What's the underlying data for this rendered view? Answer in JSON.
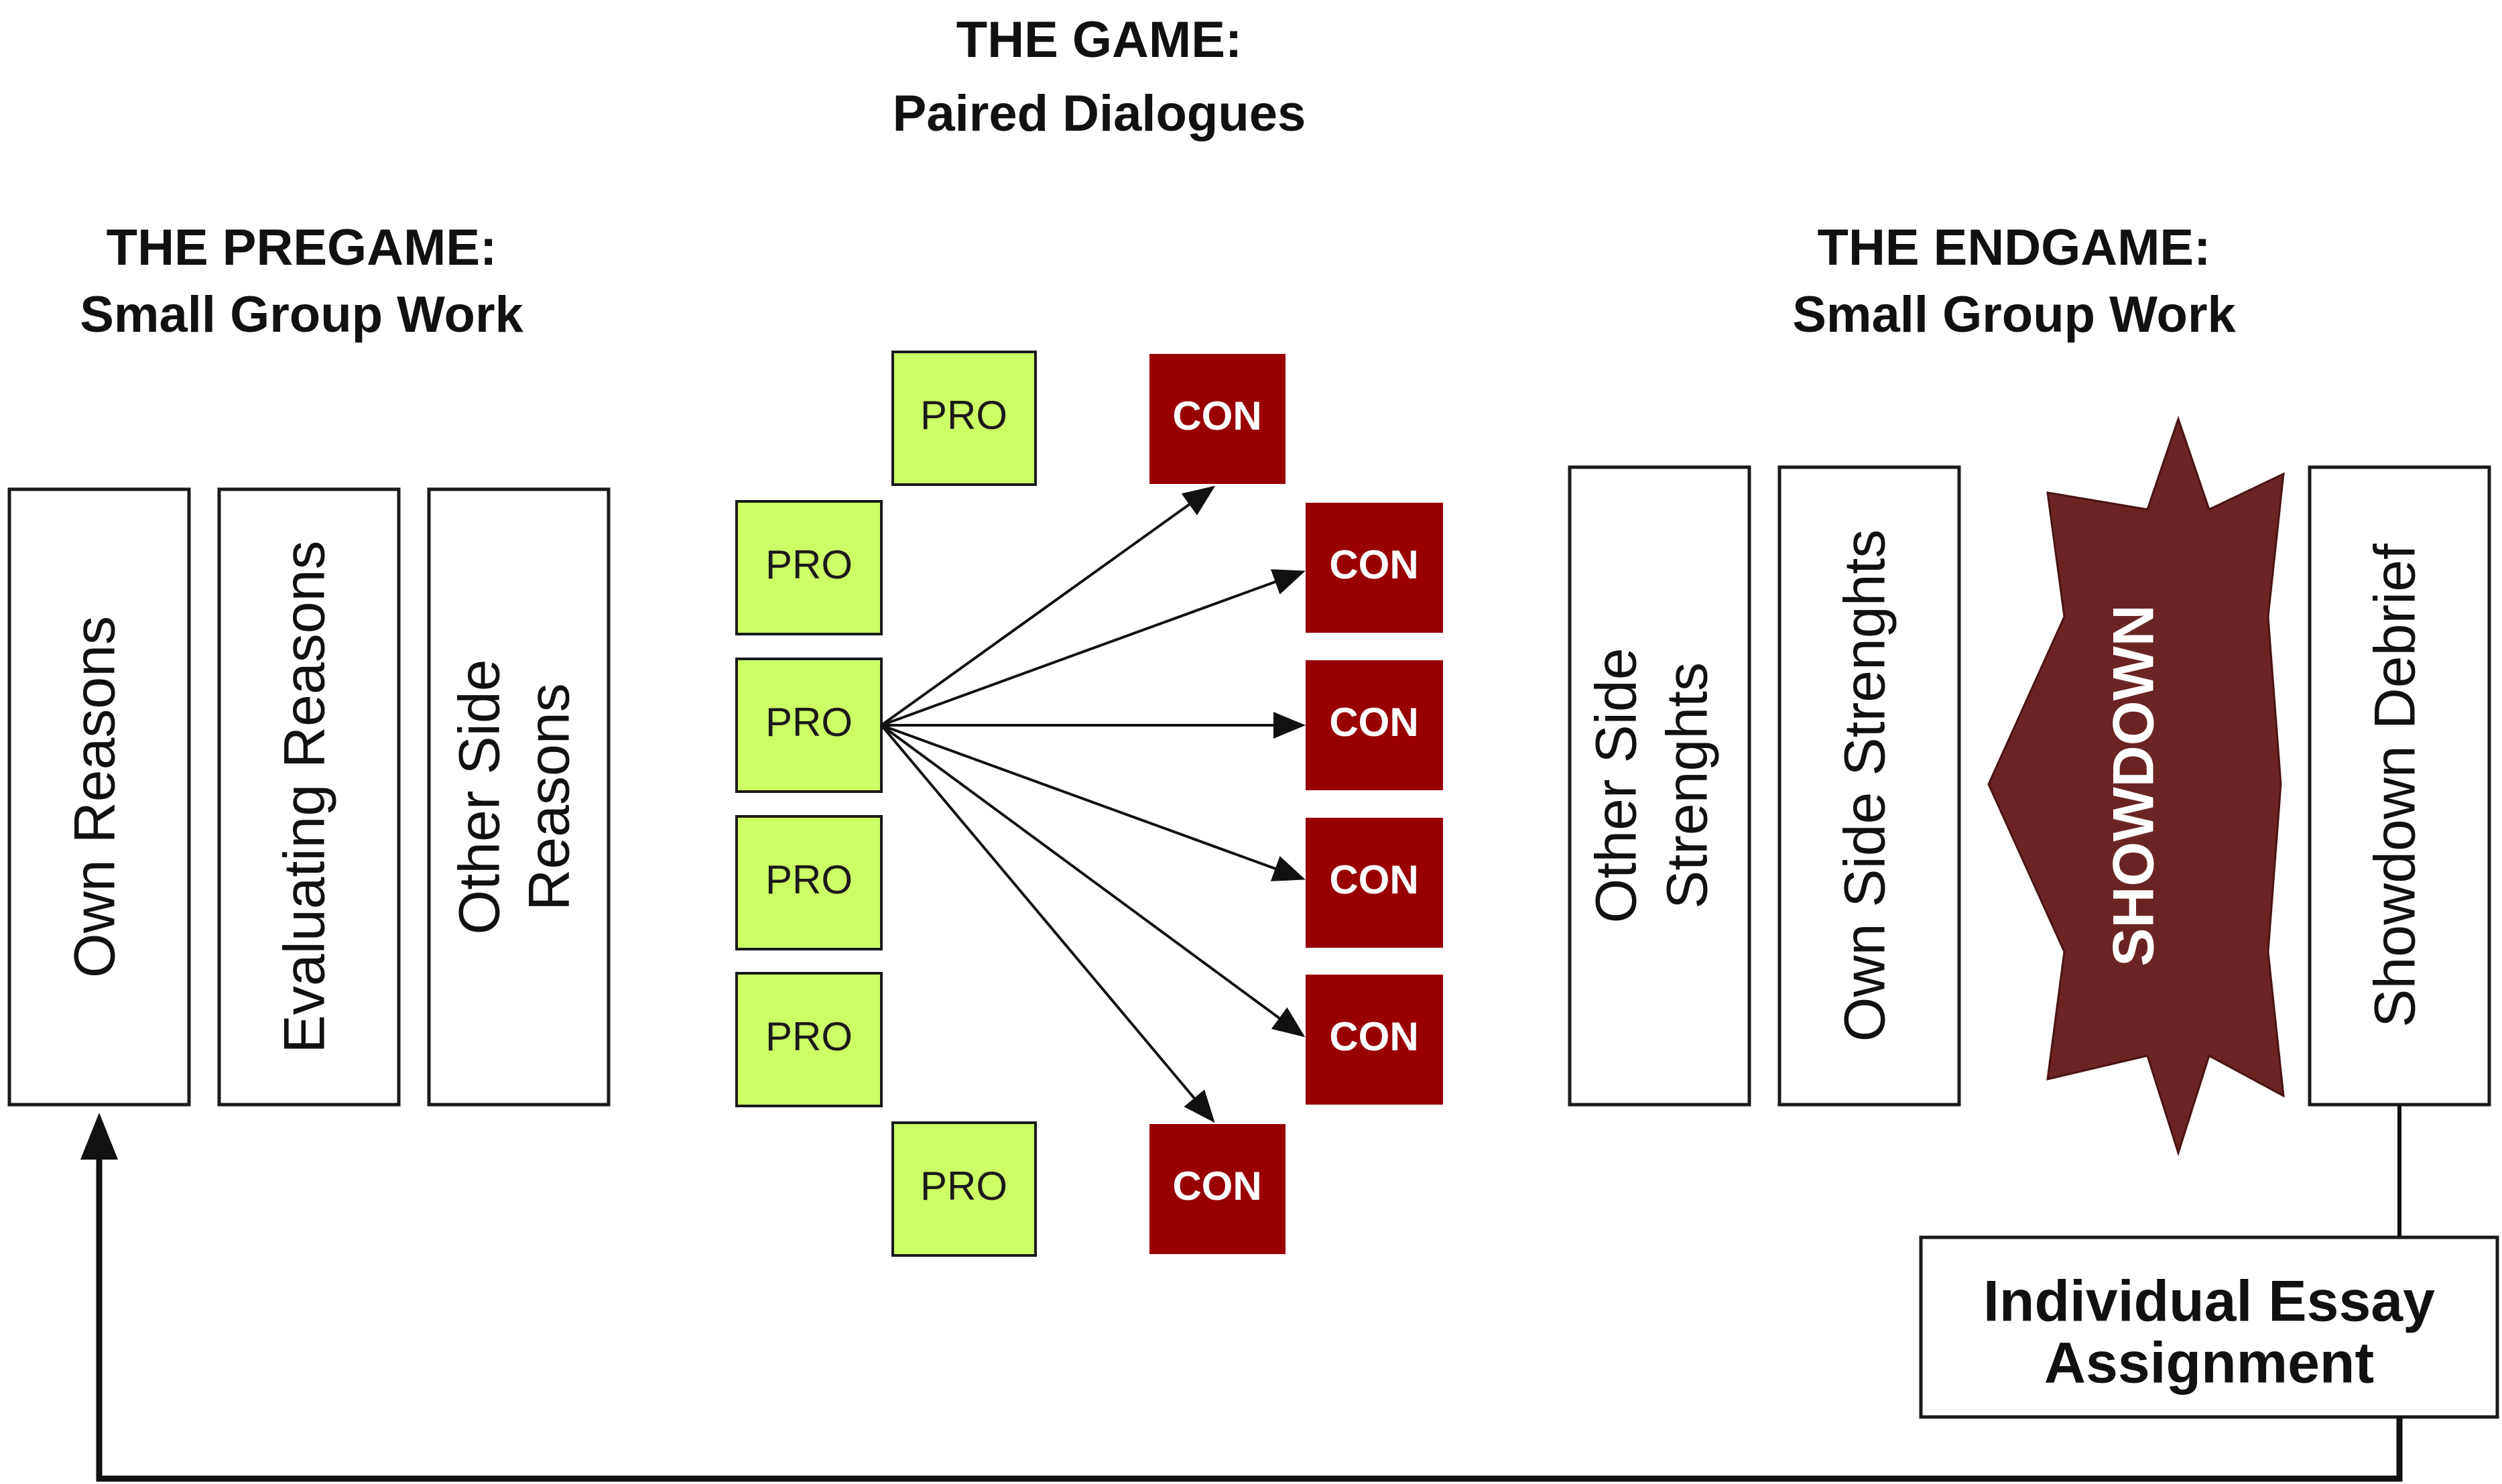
{
  "headings": {
    "game_title": "THE GAME:",
    "game_subtitle": "Paired Dialogues",
    "pregame_title": "THE PREGAME:",
    "pregame_subtitle": "Small Group Work",
    "endgame_title": "THE ENDGAME:",
    "endgame_subtitle": "Small Group Work"
  },
  "pregame_boxes": [
    {
      "lines": [
        "Own Reasons"
      ]
    },
    {
      "lines": [
        "Evaluating Reasons"
      ]
    },
    {
      "lines": [
        "Other Side",
        "Reasons"
      ]
    }
  ],
  "game": {
    "pro_label": "PRO",
    "con_label": "CON"
  },
  "endgame_boxes": {
    "other_side": [
      "Other Side",
      "Strenghts"
    ],
    "own_side": [
      "Own Side Strenghts"
    ],
    "showdown": "SHOWDOWN",
    "debrief": [
      "Showdown Debrief"
    ]
  },
  "essay": [
    "Individual Essay",
    "Assignment"
  ],
  "colors": {
    "pro_fill": "#ccff66",
    "con_fill": "#990000",
    "showdown_fill": "#6b2424",
    "stroke": "#1a1a1a"
  }
}
